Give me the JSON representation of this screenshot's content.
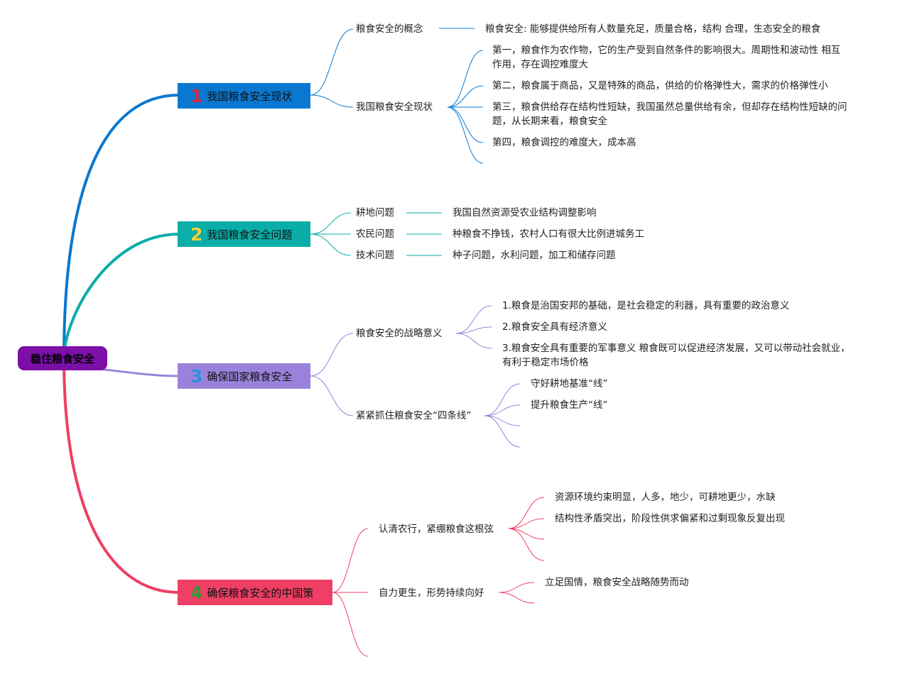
{
  "root": {
    "label": "稳住粮食安全",
    "color": "#7b0fa8"
  },
  "branches": [
    {
      "num": "1",
      "label": "我国粮食安全现状",
      "color": "#0a78d0",
      "num_color": "#e0243b",
      "topics": [
        {
          "label": "粮食安全的概念",
          "items": [
            "粮食安全: 能够提供给所有人数量充足，质量合格，结构 合理，生态安全的粮食"
          ]
        },
        {
          "label": "我国粮食安全现状",
          "items": [
            "第一，粮食作为农作物，它的生产受到自然条件的影响很大。周期性和波动性 相互作用，存在调控难度大",
            "第二，粮食属于商品，又是特殊的商品，供给的价格弹性大，需求的价格弹性小",
            "第三，粮食供给存在结构性短缺，我国虽然总量供给有余，但却存在结构性短缺的问题，从长期来看，粮食安全",
            "第四，粮食调控的难度大，成本高",
            ""
          ]
        }
      ]
    },
    {
      "num": "2",
      "label": "我国粮食安全问题",
      "color": "#0aada8",
      "num_color": "#f4d23a",
      "topics": [
        {
          "label": "耕地问题",
          "items": [
            "我国自然资源受农业结构调整影响"
          ]
        },
        {
          "label": "农民问题",
          "items": [
            "种粮食不挣钱，农村人口有很大比例进城务工"
          ]
        },
        {
          "label": "技术问题",
          "items": [
            "种子问题，水利问题，加工和储存问题"
          ]
        }
      ]
    },
    {
      "num": "3",
      "label": "确保国家粮食安全",
      "color": "#9a82dc",
      "num_color": "#2e8ee0",
      "topics": [
        {
          "label": "粮食安全的战略意义",
          "items": [
            "1.粮食是治国安邦的基础，是社会稳定的利器，具有重要的政治意义",
            "2.粮食安全具有经济意义",
            "3.粮食安全具有重要的军事意义 粮食既可以促进经济发展，又可以带动社会就业，有利于稳定市场价格"
          ]
        },
        {
          "label": "紧紧抓住粮食安全“四条线”",
          "items": [
            "守好耕地基准“线”",
            "提升粮食生产“线”",
            "",
            ""
          ]
        }
      ]
    },
    {
      "num": "4",
      "label": "确保粮食安全的中国策",
      "color": "#ef3f64",
      "num_color": "#2e9a35",
      "topics": [
        {
          "label": "认清农行，紧绷粮食这根弦",
          "items": [
            "资源环境约束明显，人多，地少，可耕地更少，水缺",
            "结构性矛盾突出，阶段性供求偏紧和过剩现象反复出现",
            "",
            ""
          ]
        },
        {
          "label": "自力更生，形势持续向好",
          "items": [
            "立足国情，粮食安全战略随势而动",
            ""
          ]
        },
        {
          "label": "",
          "items": []
        }
      ]
    }
  ]
}
